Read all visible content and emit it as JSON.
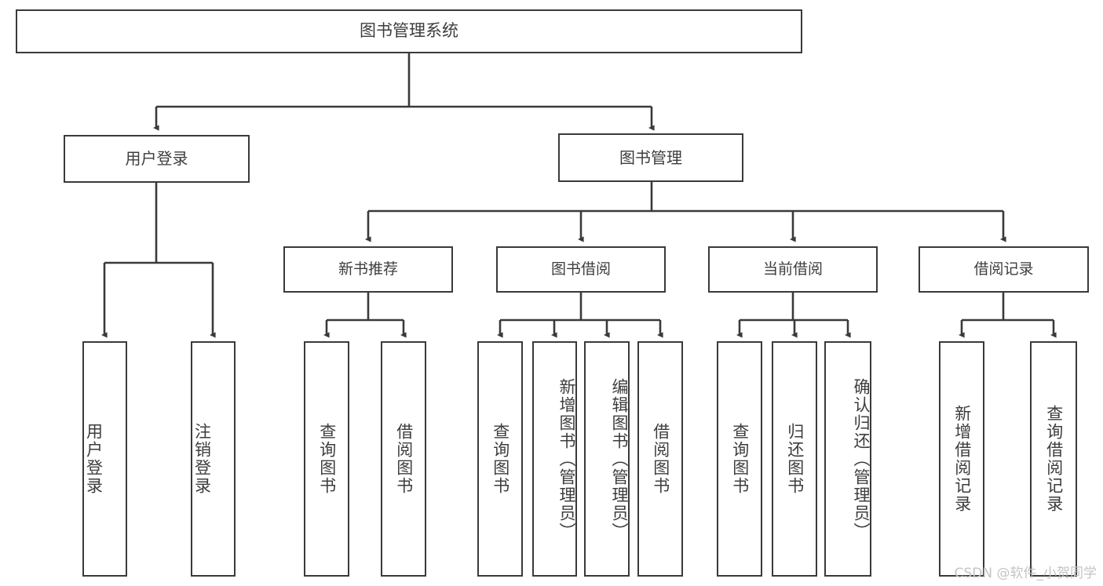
{
  "diagram": {
    "title": "图书管理系统",
    "type": "hierarchy-tree",
    "root": {
      "label": "图书管理系统"
    },
    "level2": [
      {
        "label": "用户登录"
      },
      {
        "label": "图书管理"
      }
    ],
    "level3": [
      {
        "label": "新书推荐"
      },
      {
        "label": "图书借阅"
      },
      {
        "label": "当前借阅"
      },
      {
        "label": "借阅记录"
      }
    ],
    "leaves": {
      "user_login": [
        {
          "label": "用户登录"
        },
        {
          "label": "注销登录"
        }
      ],
      "new_book_recommend": [
        {
          "label": "查询图书"
        },
        {
          "label": "借阅图书"
        }
      ],
      "book_borrow": [
        {
          "label": "查询图书"
        },
        {
          "label": "新增图书（管理员）"
        },
        {
          "label": "编辑图书（管理员）"
        },
        {
          "label": "借阅图书"
        }
      ],
      "current_borrow": [
        {
          "label": "查询图书"
        },
        {
          "label": "归还图书"
        },
        {
          "label": "确认归还（管理员）"
        }
      ],
      "borrow_record": [
        {
          "label": "新增借阅记录"
        },
        {
          "label": "查询借阅记录"
        }
      ]
    }
  },
  "watermark": {
    "text": "CSDN @软件_小贺同学"
  },
  "colors": {
    "border": "#3a3a3a",
    "text": "#3d3d3d",
    "background": "#ffffff",
    "watermark": "#c4c4c4"
  }
}
